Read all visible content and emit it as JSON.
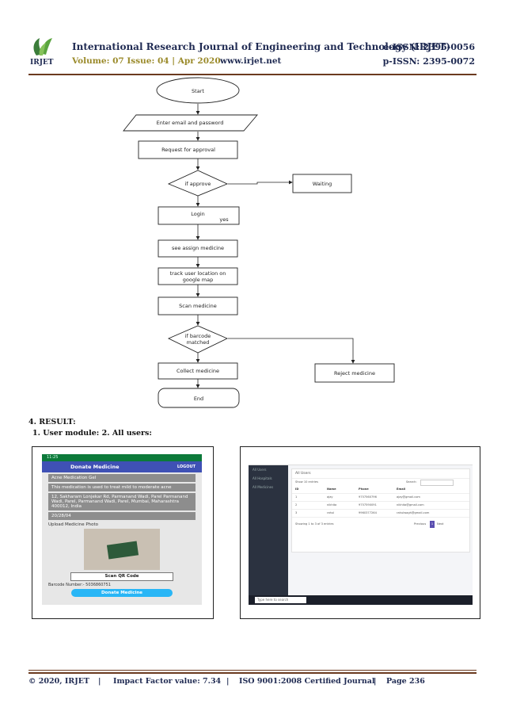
{
  "header": {
    "journal_title": "International Research Journal of Engineering and Technology (IRJET)",
    "e_issn": "e-ISSN: 2395-0056",
    "volume": "Volume: 07 Issue: 04 | Apr 2020",
    "website": "www.irjet.net",
    "p_issn": "p-ISSN: 2395-0072",
    "logo_text": "IRJET"
  },
  "flowchart": {
    "nodes": {
      "start": "Start",
      "enter": "Enter email and password",
      "request": "Request for approval",
      "approve": "if approve",
      "waiting": "Waiting",
      "login": "Login",
      "yes": "yes",
      "assign": "see assign medicine",
      "track_1": "track user location on",
      "track_2": "google map",
      "scan": "Scan medicine",
      "barcode_1": "if barcode",
      "barcode_2": "matched",
      "collect": "Collect medicine",
      "reject": "Reject medicine",
      "end": "End"
    }
  },
  "result": {
    "heading": "4. RESULT:",
    "caption": "1. User module: 2. All users:"
  },
  "phone": {
    "status": "11:25",
    "title": "Donate Medicine",
    "logout": "LOGOUT",
    "name": "Acne Medication Gel",
    "description": "This medication is used to treat mild to moderate acne",
    "address": "12, Sakharam Lonjekar Rd, Parmanand Wadi, Parel Parmanand Wadi, Parel, Parmanand Wadi, Parel, Mumbai, Maharashtra 400012, India",
    "date": "20/28/04",
    "upload_label": "Upload Medicine Photo",
    "scan_button": "Scan QR Code",
    "barcode": "Barcode Number:- 5036860751",
    "donate_button": "Donate Medicine"
  },
  "desktop": {
    "sidebar": [
      "All Users",
      "All Hospitals",
      "All Medicines"
    ],
    "panel_title": "All Users",
    "show_label": "Show 10 entries",
    "search_label": "Search:",
    "columns": [
      "ID",
      "Name",
      "Phone",
      "Email"
    ],
    "rows": [
      [
        "1",
        "ajay",
        "9757560796",
        "ajay@gmail.com"
      ],
      [
        "2",
        "nikhita",
        "9757590091",
        "nikhita@gmail.com"
      ],
      [
        "3",
        "rahul",
        "9960377264",
        "rahulwagh@gmail.com"
      ]
    ],
    "footer": "Showing 1 to 3 of 3 entries",
    "pagination": [
      "Previous",
      "1",
      "Next"
    ],
    "taskbar_search": "Type here to search"
  },
  "footer": {
    "copyright": "© 2020, IRJET",
    "impact": "Impact Factor value: 7.34",
    "iso": "ISO 9001:2008 Certified Journal",
    "page": "Page 236",
    "sep": "|"
  }
}
